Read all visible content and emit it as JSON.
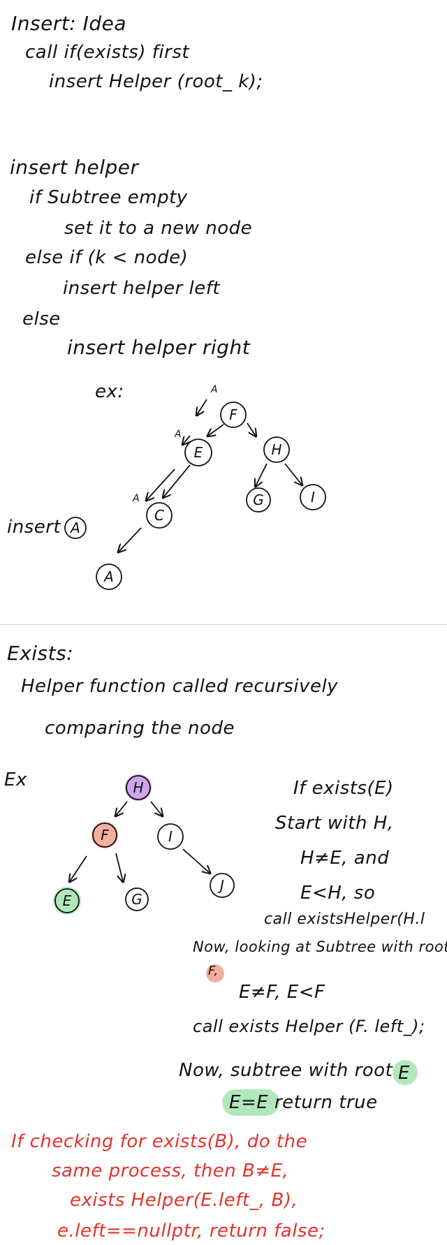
{
  "section1": {
    "title": "Insert: Idea",
    "line1": "call if(exists) first",
    "line2": "insert Helper (root_ k);",
    "helper_title": "insert helper",
    "if_empty": "if Subtree empty",
    "set_node": "set it to a new node",
    "else_if": "else if (k < node)",
    "helper_left": "insert helper left",
    "else": "else",
    "helper_right": "insert helper right",
    "ex": "ex:",
    "insert_label": "insert",
    "insert_node": "A"
  },
  "tree1": {
    "nodes": [
      "F",
      "E",
      "H",
      "C",
      "G",
      "I",
      "A"
    ],
    "path_marks": [
      "A",
      "A",
      "A"
    ]
  },
  "section2": {
    "title": "Exists:",
    "line1": "Helper function called recursively",
    "line2": "comparing the node",
    "ex": "Ex"
  },
  "tree2": {
    "nodes": [
      "H",
      "F",
      "I",
      "E",
      "G",
      "J"
    ],
    "highlight_colors": {
      "H": "#c79be8",
      "F": "#f1a594",
      "E": "#a9e6b4"
    }
  },
  "explanation": {
    "l1": "If exists(E)",
    "l2": "Start with H,",
    "l3": "H≠E, and",
    "l4": "E<H, so",
    "l5": "call existsHelper(H.l",
    "l6": "Now, looking at Subtree with root",
    "l6_node": "F,",
    "l7": "E≠F,  E<F",
    "l8": "call exists Helper (F. left_);",
    "l9": "Now, subtree with root",
    "l9_node": "E",
    "l10_a": "E",
    "l10_eq": "=",
    "l10_b": "E",
    "l10_rest": " return true"
  },
  "red_note": {
    "l1": "If checking for exists(B), do the",
    "l2": "same process, then B≠E,",
    "l3": "exists Helper(E.left_, B),",
    "l4": "e.left==nullptr, return false;",
    "color": "#e2342b"
  }
}
